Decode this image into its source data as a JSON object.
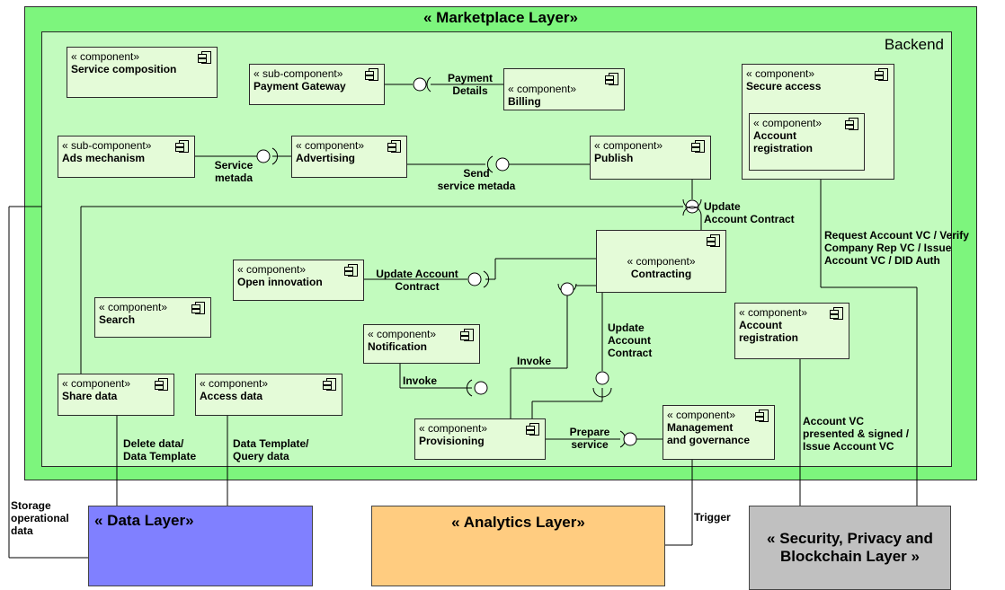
{
  "marketplace": {
    "title": "« Marketplace Layer»"
  },
  "backend": {
    "title": "Backend"
  },
  "components": {
    "service_composition": {
      "stereotype": "« component»",
      "name": "Service composition"
    },
    "payment_gateway": {
      "stereotype": "« sub-component»",
      "name": "Payment Gateway"
    },
    "billing": {
      "stereotype": "« component»",
      "name": "Billing"
    },
    "secure_access": {
      "stereotype": "« component»",
      "name": "Secure access"
    },
    "account_registration_inner": {
      "stereotype": "« component»",
      "name": "Account\nregistration"
    },
    "ads_mechanism": {
      "stereotype": "« sub-component»",
      "name": "Ads mechanism"
    },
    "advertising": {
      "stereotype": "« component»",
      "name": "Advertising"
    },
    "publish": {
      "stereotype": "« component»",
      "name": "Publish"
    },
    "contracting": {
      "stereotype": "« component»",
      "name": "Contracting"
    },
    "open_innovation": {
      "stereotype": "« component»",
      "name": "Open innovation"
    },
    "search": {
      "stereotype": "« component»",
      "name": "Search"
    },
    "notification": {
      "stereotype": "« component»",
      "name": "Notification"
    },
    "account_registration": {
      "stereotype": "« component»",
      "name": "Account\nregistration"
    },
    "share_data": {
      "stereotype": "« component»",
      "name": "Share data"
    },
    "access_data": {
      "stereotype": "« component»",
      "name": "Access data"
    },
    "provisioning": {
      "stereotype": "« component»",
      "name": "Provisioning"
    },
    "management": {
      "stereotype": "« component»",
      "name": "Management\nand governance"
    }
  },
  "labels": {
    "payment_details": "Payment\nDetails",
    "service_metada": "Service\nmetada",
    "send_service_metada": "Send\nservice metada",
    "update_contract_top": "Update\nAccount Contract",
    "request_vc": "Request Account VC / Verify\nCompany Rep VC / Issue\nAccount VC / DID Auth",
    "update_contract_open": "Update Account\nContract",
    "update_contract_mid": "Update\nAccount\nContract",
    "invoke_upper": "Invoke",
    "invoke_lower": "Invoke",
    "prepare_service": "Prepare\nservice",
    "delete_data": "Delete data/\nData Template",
    "data_template_query": "Data Template/\nQuery data",
    "account_vc": "Account VC\npresented & signed /\nIssue Account VC",
    "storage": "Storage\noperational\ndata",
    "trigger": "Trigger"
  },
  "layers": {
    "data": {
      "title": "« Data Layer»",
      "color": "#8080ff"
    },
    "analytics": {
      "title": "« Analytics Layer»",
      "color": "#ffcc80"
    },
    "security": {
      "title": "« Security, Privacy and\nBlockchain Layer »",
      "color": "#c0c0c0"
    }
  },
  "colors": {
    "marketplace_fill": "#7df57d",
    "backend_fill": "#c2fbbe",
    "component_fill": "#e4fbd8"
  }
}
